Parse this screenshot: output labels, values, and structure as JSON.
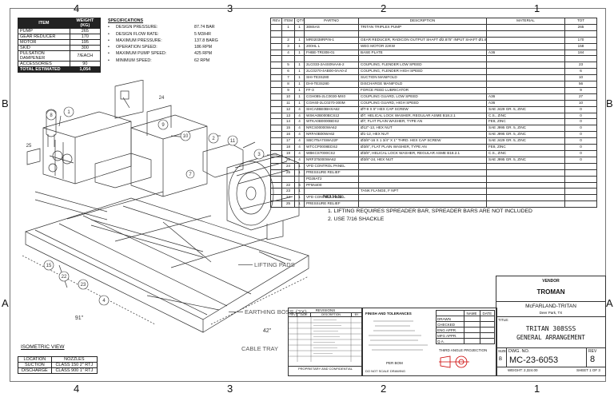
{
  "zones": {
    "top": [
      "4",
      "3",
      "2",
      "1"
    ],
    "bottom": [
      "4",
      "3",
      "2",
      "1"
    ],
    "left": [
      "B",
      "A"
    ],
    "right": [
      "B",
      "A"
    ]
  },
  "weights": {
    "headers": [
      "ITEM",
      "WEIGHT (KG)"
    ],
    "rows": [
      [
        "PUMP",
        "265"
      ],
      [
        "GEAR REDUCER",
        "170"
      ],
      [
        "MOTOR",
        "195"
      ],
      [
        "SKID",
        "300"
      ],
      [
        "PULSATION DAMPENER",
        "7/EACH"
      ],
      [
        "ACCESSORIES",
        "90"
      ]
    ],
    "total": [
      "TOTAL ESTIMATED",
      "1,054"
    ]
  },
  "specs": {
    "title": "SPECIFICATIONS",
    "items": [
      [
        "DESIGN PRESSURE:",
        "87.74 BAR"
      ],
      [
        "DESIGN FLOW RATE:",
        "5 M3/HR"
      ],
      [
        "MAXIMUM PRESSURE:",
        "137.8 BARG"
      ],
      [
        "OPERATION SPEED:",
        "186 RPM"
      ],
      [
        "MAXIMUM PUMP SPEED:",
        "425 RPM"
      ],
      [
        "MINIMUM SPEED:",
        "62 RPM"
      ]
    ]
  },
  "bom": {
    "headers": [
      "REV",
      "ITEM",
      "QTY",
      "PARTNO",
      "DESCRIPTION",
      "MATERIAL",
      "TOT"
    ],
    "rows": [
      [
        "",
        "1",
        "1",
        "308SAS",
        "TRITAN TRIPLEX PUMP",
        "",
        "265"
      ],
      [
        "",
        "",
        "",
        "",
        "",
        "",
        ""
      ],
      [
        "",
        "2",
        "1",
        "MR02038RPIN-1",
        "GEAR REDUCER, RADICON OUTPUT SHAFT Ø2.875\" INPUT SHAFT Ø1.625\"",
        "",
        "170"
      ],
      [
        "",
        "3",
        "1",
        "200HL L",
        "WEG MOTOR 22KW",
        "",
        "158"
      ],
      [
        "",
        "4",
        "1",
        "FHBE-TRI308-01",
        "BASE PLATE",
        "A36",
        "184"
      ],
      [
        "",
        "",
        "",
        "",
        "",
        "",
        ""
      ],
      [
        "",
        "5",
        "1",
        "2LC033-2A4S0NAA6-2",
        "COUPLING, FLENDER LOW SPEED",
        "",
        "23"
      ],
      [
        "",
        "6",
        "1",
        "2LC0270-4AB00-0AA0-Z",
        "COUPLING, FLENDER HIGH SPEED",
        "",
        "6"
      ],
      [
        "",
        "7",
        "1",
        "SHI-TE3S280",
        "SUCTION MANIFOLD",
        "",
        "10"
      ],
      [
        "",
        "8",
        "1",
        "DHI-TE3S280",
        "DISCHARGE MANIFOLD",
        "",
        "56"
      ],
      [
        "",
        "9",
        "1",
        "FF-3",
        "FORCE FEED LUBRICATOR",
        "",
        "9"
      ],
      [
        "",
        "10",
        "1",
        "CGH085-2LC0030-MX0",
        "COUPLING GUARD, LOW SPEED",
        "A36",
        "27"
      ],
      [
        "",
        "11",
        "1",
        "CGH40-2LC0270-300M",
        "COUPLING GUARD, HIGH SPEED",
        "A36",
        "10"
      ],
      [
        "",
        "12",
        "4",
        "SHCA0BE0BHXA62",
        "ØT-9 X 5\" HEX CAP SCREW",
        "SAE J429 GR. 5, ZINC",
        "0"
      ],
      [
        "",
        "13",
        "4",
        "WSKA0B000BCS12",
        "Ø7, HELICAL LOCK WASHER, REGULAR ASME B18.2.1",
        "C.S., ZINC",
        "0"
      ],
      [
        "",
        "14",
        "4",
        "WTKA0B0000BDS2",
        "Ø7, FLAT PLAIN WASHER, TYPE AN",
        "FE8, ZINC",
        "0"
      ],
      [
        "",
        "15",
        "4",
        "NRCS00000WA62",
        "Ø12\"-13, HEX NUT",
        "SAE J995 GR. 5, ZINC",
        "0"
      ],
      [
        "",
        "16",
        "4",
        "NRFA0B00WA62",
        "Ø1-12, HEX NUT",
        "SAE J995 GR. 5, ZINC",
        "0"
      ],
      [
        "",
        "17",
        "4",
        "SBCIT5A7SWA22F",
        "Ø3/8\"-16 X 1 3/4\" X 1\" THRD. HEX CAP SCREW",
        "SAE J429 GR. 5, ZINC",
        "0"
      ],
      [
        "",
        "18",
        "4",
        "WTCCP0008EDS2",
        "Ø3/8\", FLAT PLAIN WASHER, TYPE AN",
        "FE8, ZINC",
        "0"
      ],
      [
        "",
        "19",
        "4",
        "WBKCS7000CS2",
        "Ø3/8\", HELICAL LOCK WASHER, REGULAR ASME B18.2.1",
        "C.S., ZINC",
        "0"
      ],
      [
        "",
        "20",
        "4",
        "NRF375000WA62",
        "Ø3/8\"-24, HEX NUT",
        "SAE J995 GR. 5, ZINC",
        "0"
      ],
      [
        "",
        "24",
        "1",
        "VFD CONTROL PANEL",
        "",
        "",
        ""
      ],
      [
        "",
        "25",
        "1",
        "PRESSURE RELIEF",
        "",
        "",
        ""
      ],
      [
        "",
        "",
        "",
        "PD28AT2",
        "",
        "",
        ""
      ],
      [
        "",
        "22",
        "6",
        "PF5N400",
        "",
        "",
        ""
      ],
      [
        "",
        "23",
        "1",
        "",
        "TANK FLANGE, F NPT",
        "",
        ""
      ],
      [
        "",
        "24",
        "1",
        "VFD CONTROL PANEL",
        "",
        "",
        ""
      ],
      [
        "",
        "25",
        "1",
        "PRESSURE RELIEF",
        "",
        "",
        ""
      ]
    ]
  },
  "notes": {
    "title": "NOTES:",
    "items": [
      "1.    LIFTING REQUIRES SPREADER BAR, SPREADER BARS ARE NOT INCLUDED",
      "2.    USE 7/16 SHACKLE"
    ]
  },
  "callouts": {
    "lifting": "LIFTING PADS",
    "earthing": "EARTHING BOSS (2X)",
    "cable": "CABLE TRAY",
    "dim1": "91\"",
    "dim2": "42\"",
    "balloons": [
      "8",
      "1",
      "9",
      "24",
      "10",
      "2",
      "11",
      "3",
      "15",
      "22",
      "23",
      "4",
      "25",
      "7"
    ]
  },
  "iso": {
    "title": "ISOMETRIC VIEW",
    "headers": [
      "LOCATION",
      "NOZZLES"
    ],
    "rows": [
      [
        "SUCTION",
        "CLASS 150 2\" RTJ"
      ],
      [
        "DISCHARGE",
        "CLASS 900 1\" RTJ"
      ]
    ]
  },
  "revisions": {
    "title": "REVISIONS",
    "headers": [
      "REV",
      "DATE",
      "DESCRIPTION",
      "BY"
    ],
    "footer": "PROPRIETARY AND CONFIDENTIAL"
  },
  "titleblock": {
    "vendor_label": "VENDOR",
    "vendor": "TROMAN",
    "company": "McFARLAND-TRITAN",
    "location": "Deer Park, TX",
    "title_label": "TITLE:",
    "title1": "TRITAN 308SSS",
    "title2": "GENERAL ARRANGEMENT",
    "size_label": "SIZE",
    "size": "B",
    "dwg_label": "DWG. NO.",
    "dwg": "MC-23-6053",
    "rev_label": "REV",
    "rev": "8",
    "weight": "WEIGHT: 2,324.00",
    "sheet": "SHEET 1 OF 3",
    "tolerance_title": "FINISH AND TOLERANCES",
    "projection": "THIRD ANGLE PROJECTION",
    "per_bom": "PER BOM",
    "do_not_scale": "DO NOT SCALE DRAWING",
    "name_col": "NAME",
    "date_col": "DATE",
    "drawn": "DRAWN",
    "checked": "CHECKED",
    "eng_appr": "ENG APPR.",
    "mfg_appr": "MFG APPR.",
    "qa": "Q.A."
  }
}
